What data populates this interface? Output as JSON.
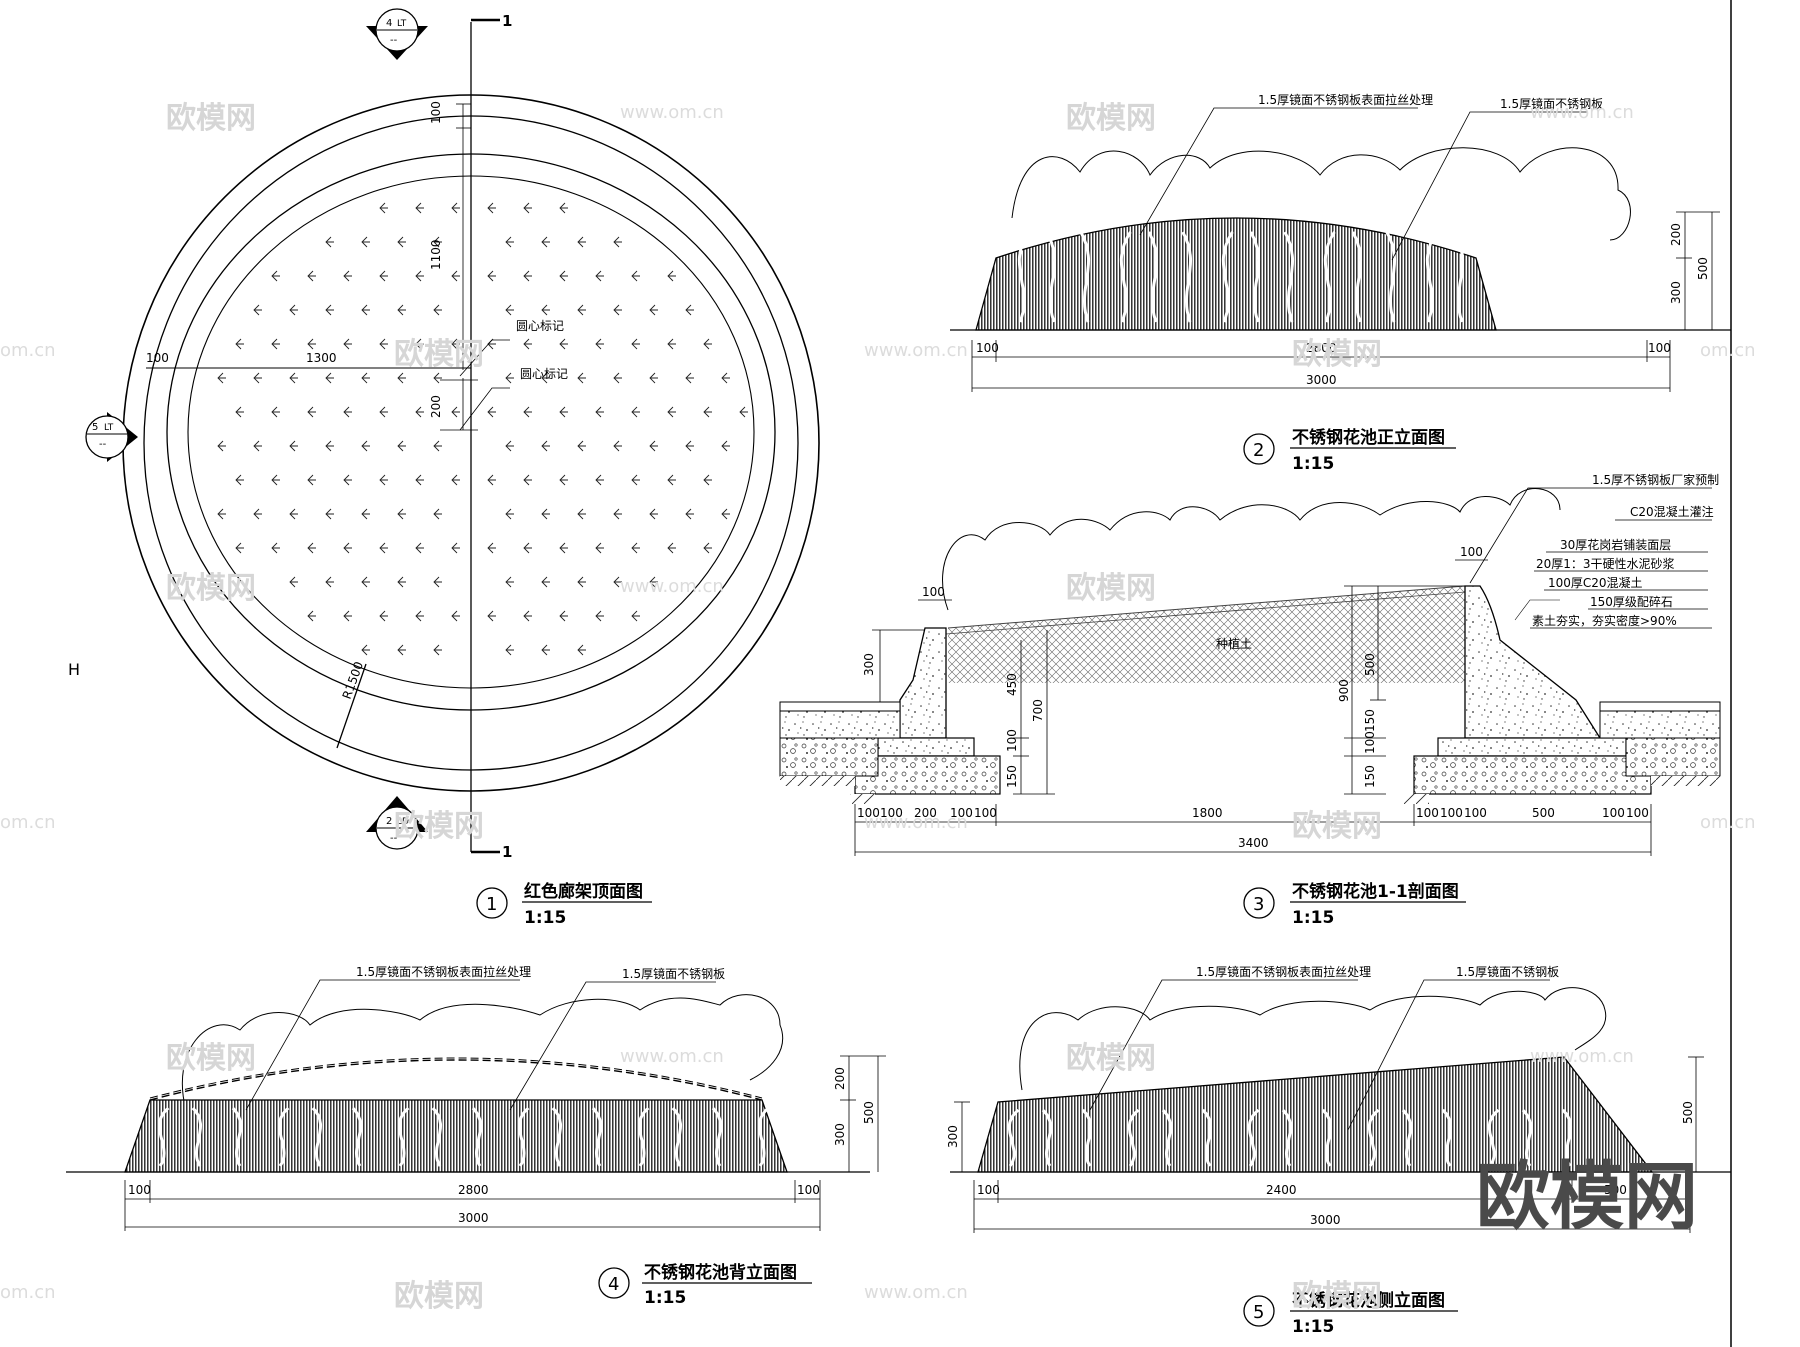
{
  "watermark": {
    "brand": "欧模网",
    "site": "www.om.cn",
    "site_short": "om.cn"
  },
  "drawing1": {
    "number": "1",
    "title": "红色廊架顶面图",
    "scale": "1:15",
    "dims": {
      "top": "100",
      "vertical": "1100",
      "left": "100",
      "horizontal": "1300",
      "offset": "200",
      "radius": "R1500"
    },
    "labels": {
      "center_mark_1": "圆心标记",
      "center_mark_2": "圆心标记"
    },
    "section_mark": "1",
    "callouts": [
      {
        "number": "4",
        "sheet": "LT",
        "sub": "--"
      },
      {
        "number": "5",
        "sheet": "LT",
        "sub": "--"
      },
      {
        "number": "2",
        "sheet": "LD",
        "sub": "--"
      }
    ],
    "side_text": "H"
  },
  "drawing2": {
    "number": "2",
    "title": "不锈钢花池正立面图",
    "scale": "1:15",
    "notes": [
      "1.5厚镜面不锈钢板表面拉丝处理",
      "1.5厚镜面不锈钢板"
    ],
    "dims": {
      "left": "100",
      "middle": "2800",
      "right": "100",
      "total": "3000",
      "h1": "200",
      "h2": "300",
      "htotal": "500"
    }
  },
  "drawing3": {
    "number": "3",
    "title": "不锈钢花池1-1剖面图",
    "scale": "1:15",
    "notes": [
      "1.5厚不锈钢板厂家预制",
      "C20混凝土灌注",
      "30厚花岗岩铺装面层",
      "20厚1：3干硬性水泥砂浆",
      "100厚C20混凝土",
      "150厚级配碎石",
      "素土夯实，夯实密度>90%"
    ],
    "soil_label": "种植土",
    "dims": {
      "top_left": "100",
      "top_right": "100",
      "left_v": [
        "300",
        "450",
        "700",
        "100",
        "150"
      ],
      "right_v": [
        "500",
        "900",
        "150",
        "100",
        "150"
      ],
      "bottom_left": [
        "100",
        "100",
        "200",
        "100",
        "100"
      ],
      "bottom_mid": "1800",
      "bottom_right": [
        "100",
        "100",
        "100",
        "500",
        "100",
        "100"
      ],
      "total": "3400"
    }
  },
  "drawing4": {
    "number": "4",
    "title": "不锈钢花池背立面图",
    "scale": "1:15",
    "notes": [
      "1.5厚镜面不锈钢板表面拉丝处理",
      "1.5厚镜面不锈钢板"
    ],
    "dims": {
      "left": "100",
      "middle": "2800",
      "right": "100",
      "total": "3000",
      "h1": "200",
      "h2": "300",
      "htotal": "500"
    }
  },
  "drawing5": {
    "number": "5",
    "title": "不锈钢花池侧立面图",
    "scale": "1:15",
    "notes": [
      "1.5厚镜面不锈钢板表面拉丝处理",
      "1.5厚镜面不锈钢板"
    ],
    "dims": {
      "left": "100",
      "middle": "2400",
      "right": "500",
      "total": "3000",
      "h1": "300",
      "htotal": "500"
    }
  }
}
